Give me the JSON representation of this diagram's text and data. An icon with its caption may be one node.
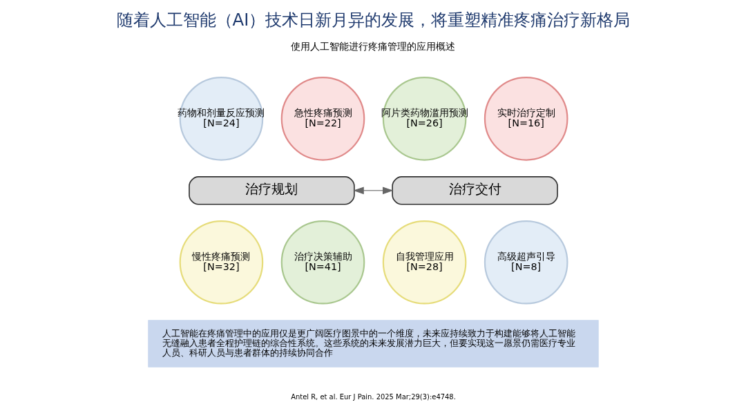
{
  "diagram": {
    "title": "随着人工智能（AI）技术日新月异的发展，将重塑精准疼痛治疗新格局",
    "nodes": [
      {
        "text": [
          "药物和剂量反应预测",
          "[N=24]"
        ]
      },
      {
        "text": [
          "急性疼痛预测",
          "[N=22]"
        ]
      },
      {
        "text": [
          "阿片类药物滥用预测",
          "[N=26]"
        ]
      },
      {
        "text": [
          "实时治疗定制",
          "[N=16]"
        ]
      },
      {
        "text": [
          "治疗规划"
        ]
      },
      {
        "text": [
          "治疗交付"
        ]
      },
      {
        "text": [
          "慢性疼痛预测",
          "[N=32]"
        ]
      },
      {
        "text": [
          "治疗决策辅助",
          "[N=41]"
        ]
      },
      {
        "text": [
          "自我管理应用",
          "[N=28]"
        ]
      },
      {
        "text": [
          "高级超声引导",
          "[N=8]"
        ]
      }
    ],
    "edges": [
      {
        "from": 4,
        "to": 5,
        "arrow": "both"
      }
    ],
    "labels": [
      "使用人工智能进行疼痛管理的应用概述",
      "人工智能在疼痛管理中的应用仅是更广阔医疗图景中的一个维度，未来应持续致力于构建能够将人工智能无缝融入患者全程护理链的综合性系统。这些系统的未来发展潜力巨大，但要实现这一愿景仍需医疗专业人员、科研人员与患者群体的持续协同合作",
      "Antel R, et al. Eur J Pain. 2025 Mar;29(3):e4748."
    ]
  }
}
